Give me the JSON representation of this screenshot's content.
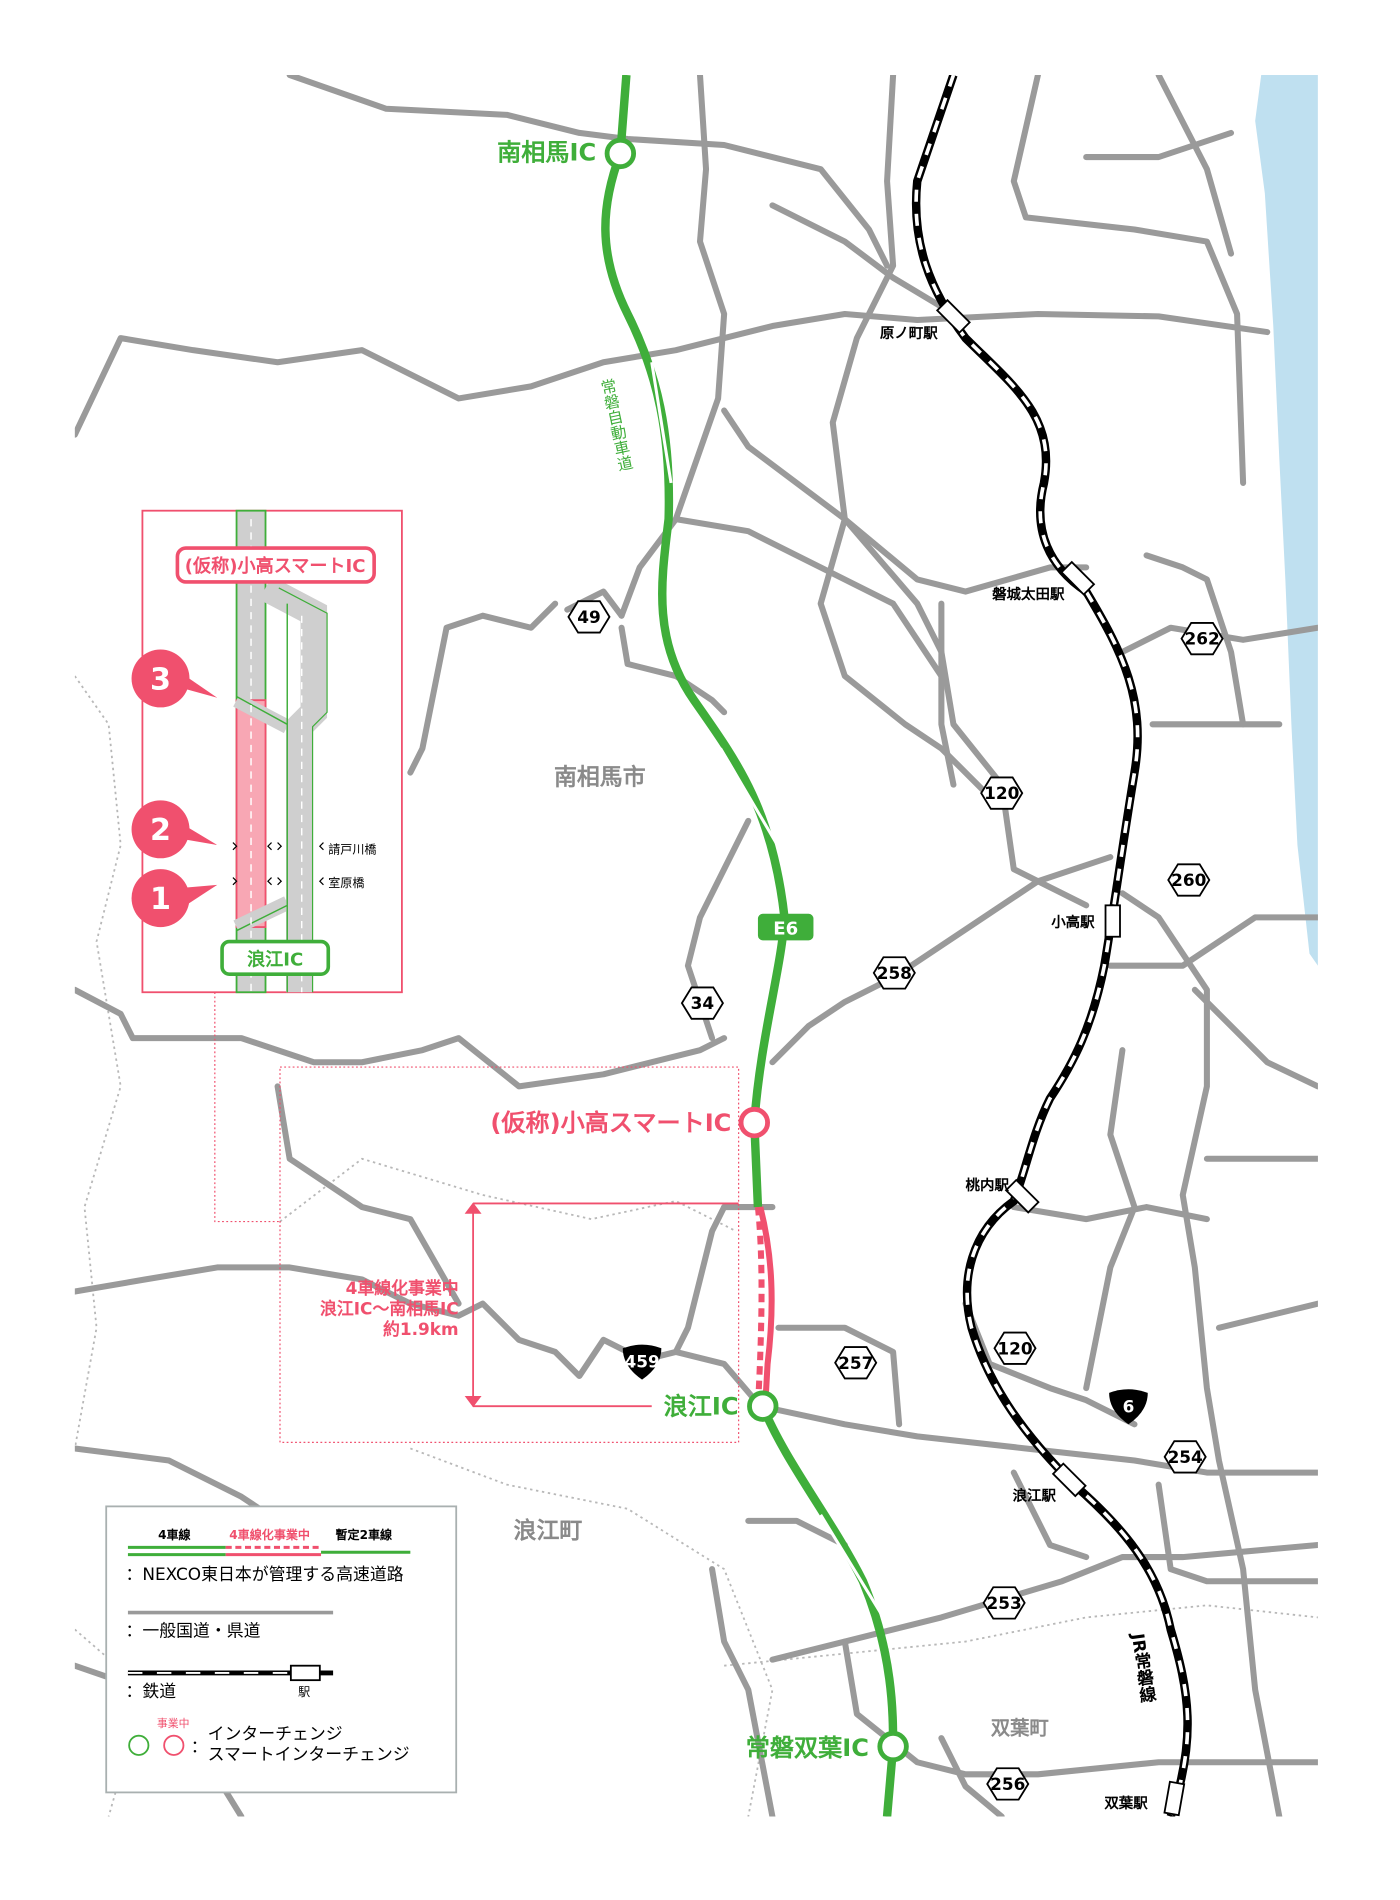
{
  "colors": {
    "expressway": "#3fae3a",
    "project": "#f0506e",
    "road": "#9a9a9a",
    "rail": "#000000",
    "sea": "#bfe0f0",
    "area_label": "#8a8a8a"
  },
  "interchanges": {
    "minamisoma": "南相馬IC",
    "odaka": "(仮称)小高スマートIC",
    "namie": "浪江IC",
    "futaba": "常磐双葉IC"
  },
  "expressway": {
    "name": "常磐自動車道",
    "route": "E6"
  },
  "areas": {
    "minamisoma": "南相馬市",
    "namie": "浪江町",
    "futaba": "双葉町"
  },
  "stations": [
    "原ノ町駅",
    "磐城太田駅",
    "小高駅",
    "桃内駅",
    "浪江駅",
    "双葉駅"
  ],
  "railway_name": "JR常磐線",
  "route_shields": {
    "national": [
      "49",
      "262",
      "120",
      "260",
      "258",
      "34",
      "257",
      "120",
      "254",
      "253",
      "256"
    ],
    "black": [
      "459",
      "6"
    ]
  },
  "project_note": [
    "4車線化事業中",
    "浪江IC～南相馬IC",
    "約1.9km"
  ],
  "inset": {
    "smart_ic": "(仮称)小高スマートIC",
    "namie_ic": "浪江IC",
    "callouts": [
      "3",
      "2",
      "1"
    ],
    "bridges": [
      "請戸川橋",
      "室原橋"
    ]
  },
  "legend": {
    "four_lane": "4車線",
    "widening": "4車線化事業中",
    "two_lane": "暫定2車線",
    "expressway_desc": "：NEXCO東日本が管理する高速道路",
    "road_desc": "：一般国道・県道",
    "rail_desc": "：鉄道",
    "station": "駅",
    "in_progress": "事業中",
    "ic_desc": "インターチェンジ",
    "smart_ic_desc": "スマートインターチェンジ",
    "colon": "："
  }
}
